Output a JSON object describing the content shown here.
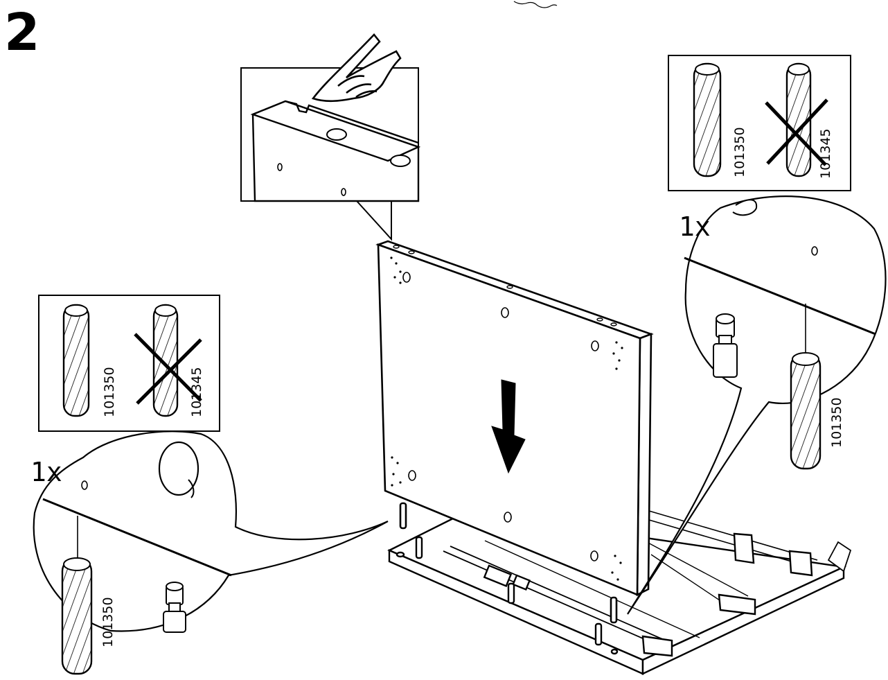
{
  "step": {
    "number": "2"
  },
  "callouts": {
    "left": {
      "quantity": "1x",
      "dowel_code": "101350",
      "panel_correct_code": "101350",
      "panel_wrong_code": "101345"
    },
    "right": {
      "quantity": "1x",
      "dowel_code": "101350",
      "panel_correct_code": "101350",
      "panel_wrong_code": "101345"
    }
  },
  "icons": {
    "detail": "finger-pointing-icon",
    "direction": "down-arrow-icon",
    "wrong_part": "cross-out-icon"
  },
  "colors": {
    "line": "#000000",
    "background": "#ffffff"
  }
}
